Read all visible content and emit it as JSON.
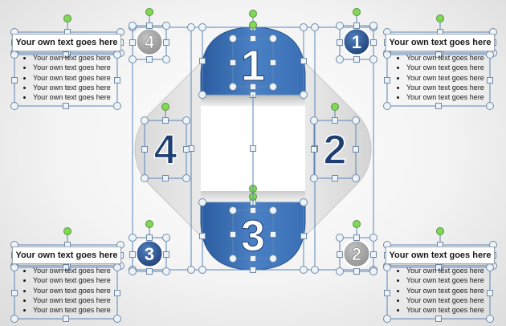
{
  "colors": {
    "accent_blue": "#2e62a4",
    "accent_blue_light": "#5a8fcf",
    "number_dark": "#1f3f73",
    "badge_grey": "#a7a7a7",
    "handle_green": "#7ed957",
    "selection_blue": "#5a86b8"
  },
  "icons": [
    "selection-handle",
    "rotation-handle"
  ],
  "diagram": {
    "segments": [
      {
        "number": "1"
      },
      {
        "number": "2"
      },
      {
        "number": "3"
      },
      {
        "number": "4"
      }
    ],
    "badges": {
      "top_left": "4",
      "top_right": "1",
      "bottom_left": "3",
      "bottom_right": "2"
    }
  },
  "panels": {
    "top_left": {
      "title": "Your own text goes here",
      "items": [
        "Your own text goes here",
        "Your own text goes here",
        "Your own text goes here",
        "Your own text goes here",
        "Your own text goes here"
      ]
    },
    "top_right": {
      "title": "Your own text goes here",
      "items": [
        "Your own text goes here",
        "Your own text goes here",
        "Your own text goes here",
        "Your own text goes here",
        "Your own text goes here"
      ]
    },
    "bottom_left": {
      "title": "Your own text goes here",
      "items": [
        "Your own text goes here",
        "Your own text goes here",
        "Your own text goes here",
        "Your own text goes here",
        "Your own text goes here"
      ]
    },
    "bottom_right": {
      "title": "Your own text goes here",
      "items": [
        "Your own text goes here",
        "Your own text goes here",
        "Your own text goes here",
        "Your own text goes here",
        "Your own text goes here"
      ]
    }
  }
}
